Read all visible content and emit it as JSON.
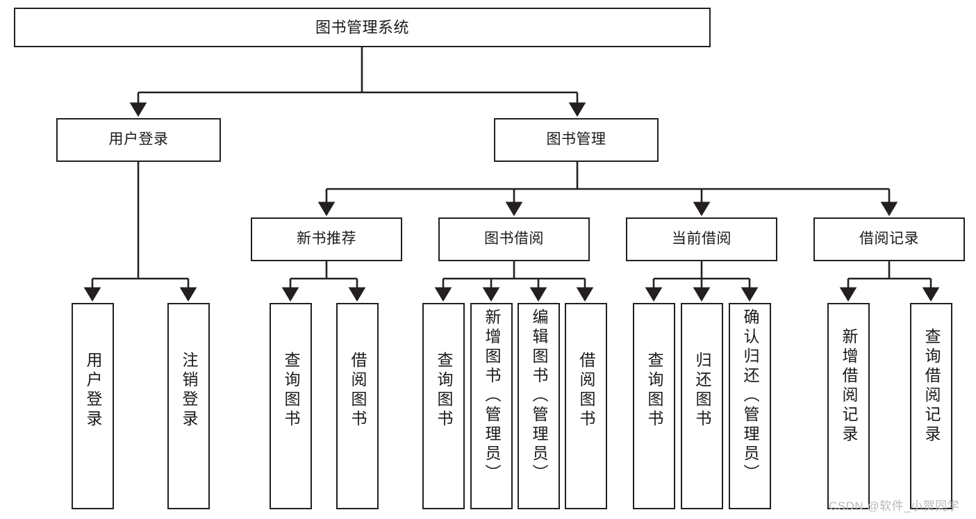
{
  "diagram": {
    "title_node": "图书管理系统",
    "type": "tree-hierarchy-diagram",
    "colors": {
      "stroke": "#231f20",
      "fill": "#ffffff",
      "text": "#1a1a1a",
      "watermark": "#b9b9b9"
    },
    "levels": {
      "level1": [
        "图书管理系统"
      ],
      "level2": [
        "用户登录",
        "图书管理"
      ],
      "level3": [
        "新书推荐",
        "图书借阅",
        "当前借阅",
        "借阅记录"
      ],
      "level4": [
        "用户登录",
        "注销登录",
        "查询图书",
        "借阅图书",
        "查询图书",
        "新增图书（管理员）",
        "编辑图书（管理员）",
        "借阅图书",
        "查询图书",
        "归还图书",
        "确认归还（管理员）",
        "新增借阅记录",
        "查询借阅记录"
      ]
    },
    "nodes": {
      "root": {
        "label": "图书管理系统"
      },
      "user_login": {
        "label": "用户登录"
      },
      "book_manage": {
        "label": "图书管理"
      },
      "new_book_rec": {
        "label": "新书推荐"
      },
      "book_borrow": {
        "label": "图书借阅"
      },
      "current_borrow": {
        "label": "当前借阅"
      },
      "borrow_record": {
        "label": "借阅记录"
      },
      "leaf_user_login": {
        "label": "用户登录"
      },
      "leaf_logout": {
        "label": "注销登录"
      },
      "leaf_query_book_a": {
        "label": "查询图书"
      },
      "leaf_borrow_book_a": {
        "label": "借阅图书"
      },
      "leaf_query_book_b": {
        "label": "查询图书"
      },
      "leaf_add_book": {
        "label": "新增图书（管理员）"
      },
      "leaf_edit_book": {
        "label": "编辑图书（管理员）"
      },
      "leaf_borrow_book_b": {
        "label": "借阅图书"
      },
      "leaf_query_book_c": {
        "label": "查询图书"
      },
      "leaf_return_book": {
        "label": "归还图书"
      },
      "leaf_confirm_return": {
        "label": "确认归还（管理员）"
      },
      "leaf_add_record": {
        "label": "新增借阅记录"
      },
      "leaf_query_record": {
        "label": "查询借阅记录"
      }
    },
    "watermark": "CSDN @软件_小贺同学"
  }
}
